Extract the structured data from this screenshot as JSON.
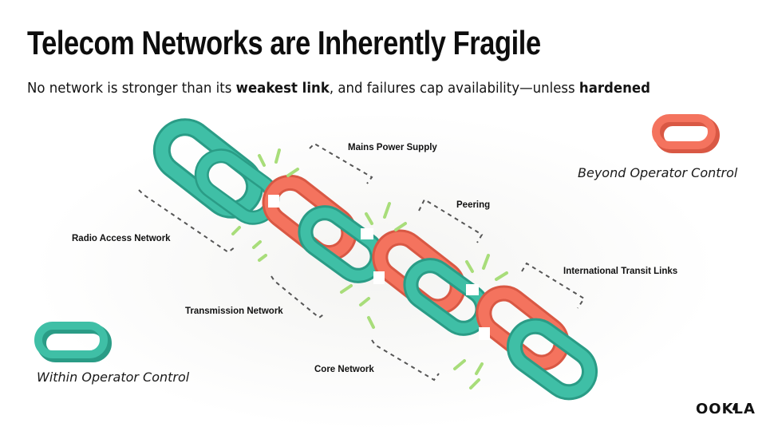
{
  "slide": {
    "title": "Telecom Networks are Inherently Fragile",
    "subtitle": {
      "part1": "No network is stronger than its ",
      "bold1": "weakest link",
      "part2": ", and failures cap availability—unless ",
      "bold2": "hardened"
    }
  },
  "diagram": {
    "links": [
      {
        "label": "Radio Access Network",
        "control": "within"
      },
      {
        "label": "Mains Power Supply",
        "control": "beyond"
      },
      {
        "label": "Transmission Network",
        "control": "within"
      },
      {
        "label": "Peering",
        "control": "beyond"
      },
      {
        "label": "Core Network",
        "control": "within"
      },
      {
        "label": "International Transit Links",
        "control": "beyond"
      }
    ],
    "break_marks": "green",
    "colors": {
      "within": "#3fbfa6",
      "beyond": "#f4735e",
      "breaks": "#a8dd7a"
    }
  },
  "legend": {
    "within": {
      "label": "Within Operator Control",
      "icon": "teal-link-icon"
    },
    "beyond": {
      "label": "Beyond Operator Control",
      "icon": "coral-link-icon"
    }
  },
  "logo": {
    "text": "OOKLA"
  }
}
